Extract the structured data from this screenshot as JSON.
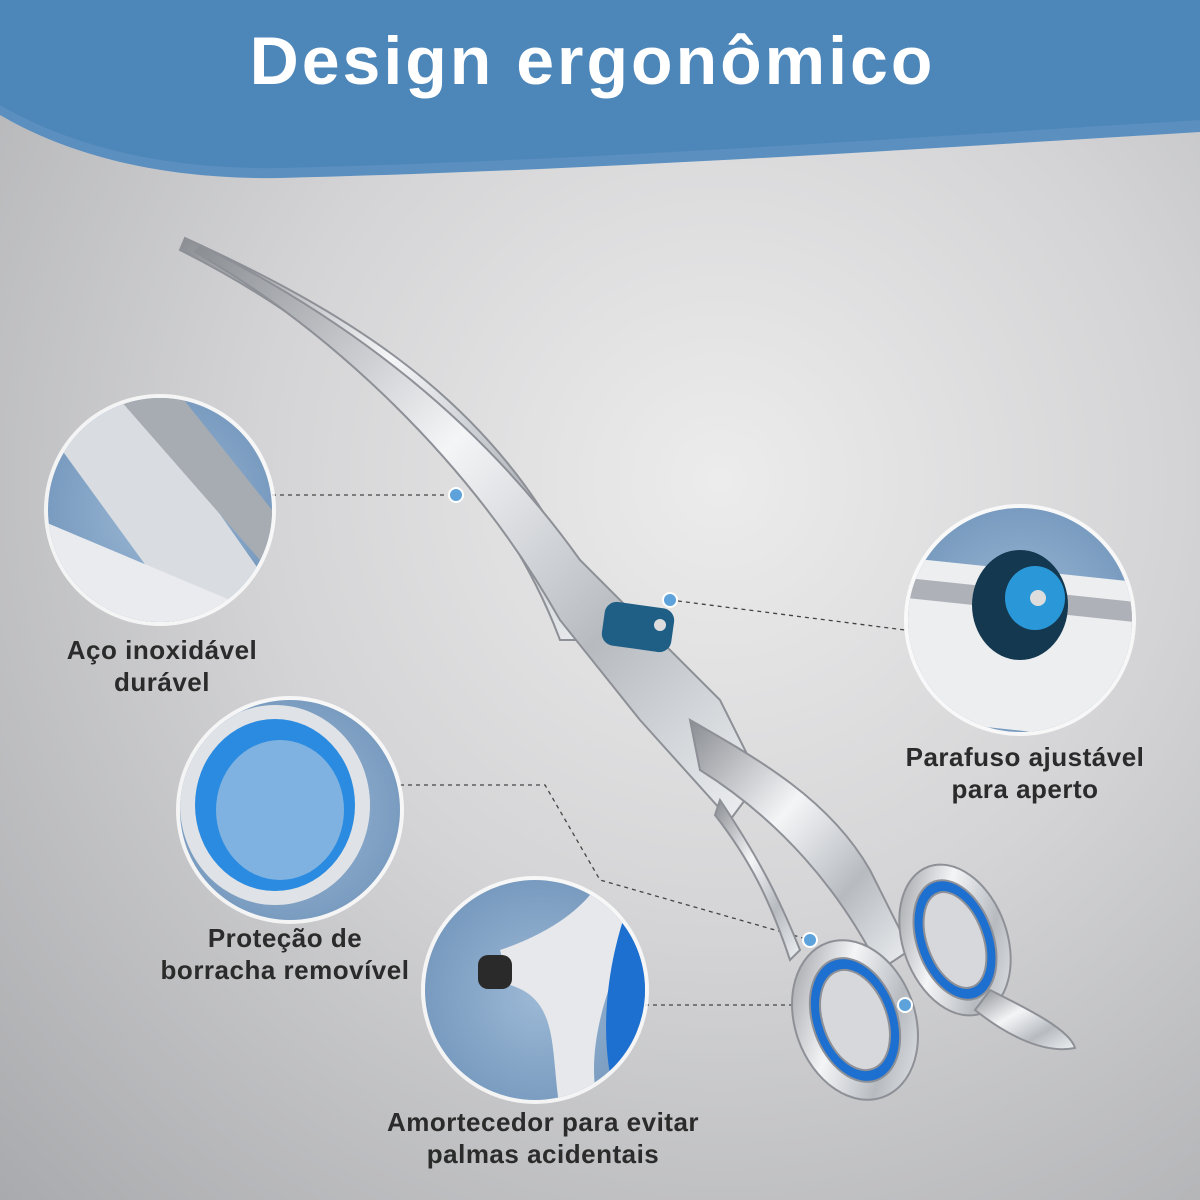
{
  "header": {
    "title": "Design ergonômico"
  },
  "features": [
    {
      "line1": "Aço inoxidável",
      "line2": "durável"
    },
    {
      "line1": "Parafuso ajustável",
      "line2": "para aperto"
    },
    {
      "line1": "Proteção de",
      "line2": "borracha removível"
    },
    {
      "line1": "Amortecedor para evitar",
      "line2": "palmas acidentais"
    }
  ],
  "colors": {
    "header": "#4d86b8",
    "accent": "#2a8be0",
    "ring": "#1d6fd0"
  }
}
